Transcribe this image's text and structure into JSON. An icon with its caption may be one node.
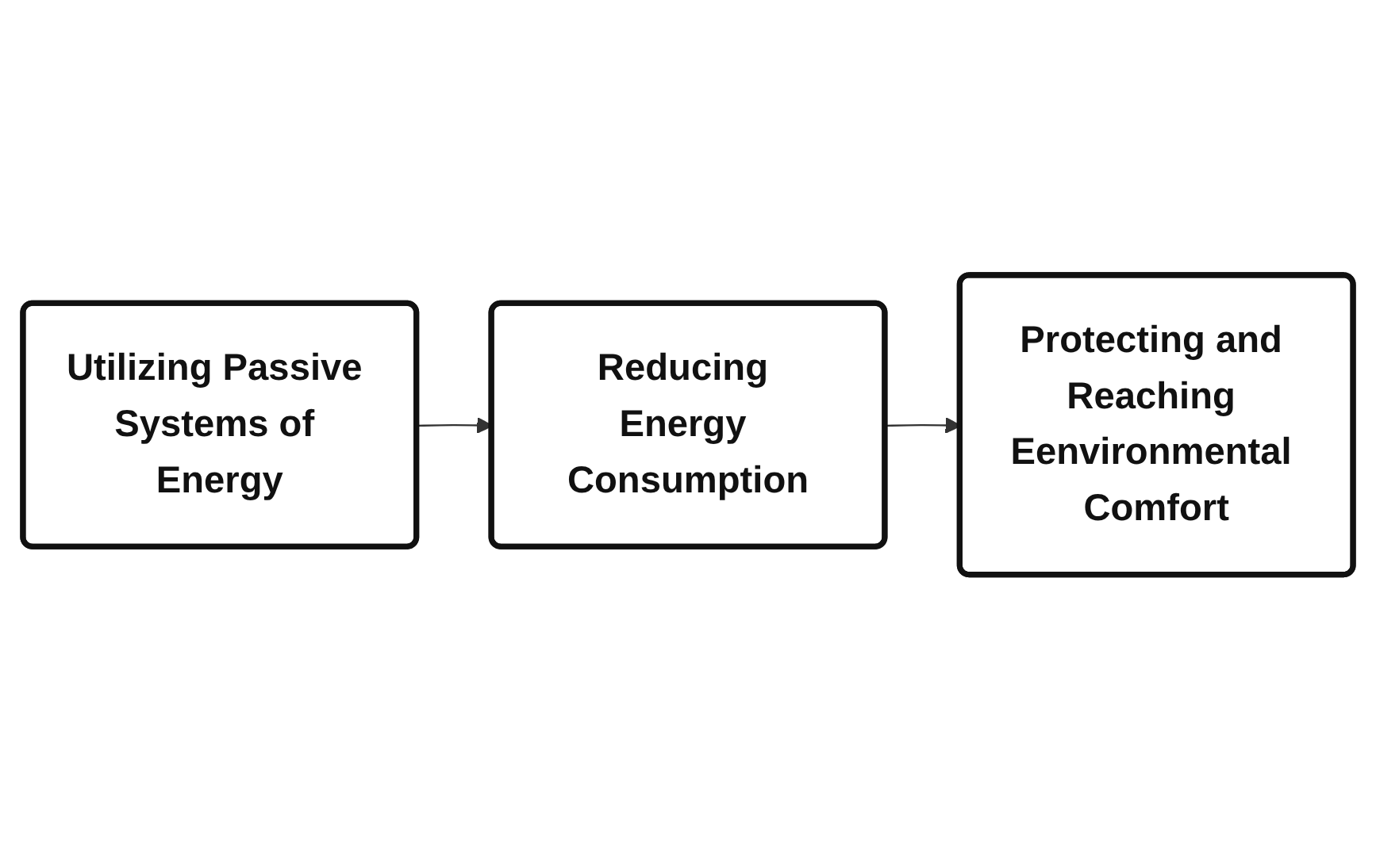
{
  "diagram": {
    "nodes": [
      {
        "text": [
          "Utilizing Passive Systems of Energy"
        ]
      },
      {
        "text": [
          "Reducing Energy Consumption"
        ]
      },
      {
        "text": [
          "Protecting and Reaching Eenvironmental Comfort"
        ]
      }
    ],
    "edges": [
      {
        "from": 0,
        "to": 1,
        "arrow": "to"
      },
      {
        "from": 1,
        "to": 2,
        "arrow": "to"
      }
    ]
  }
}
